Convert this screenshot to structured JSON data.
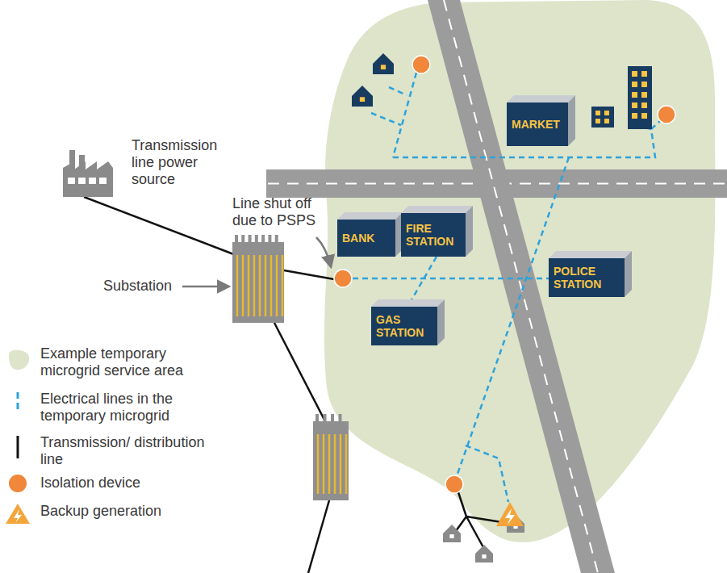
{
  "diagram": {
    "nodes": [
      {
        "text": [
          "MARKET"
        ]
      },
      {
        "text": [
          "BANK"
        ]
      },
      {
        "text": [
          "FIRE STATION"
        ]
      },
      {
        "text": [
          "POLICE STATION"
        ]
      },
      {
        "text": [
          "GAS STATION"
        ]
      }
    ],
    "edges": [
      {
        "from": 2,
        "to": 4,
        "arrow": "none"
      }
    ],
    "labels": [
      "Transmission line power source",
      "Line shut off due to PSPS",
      "Substation"
    ],
    "legend": [
      {
        "text": "Example temporary microgrid service area",
        "color": "#dde4ca"
      },
      {
        "text": "Electrical lines in the temporary microgrid"
      },
      {
        "text": "Transmission/ distribution line"
      },
      {
        "text": "Isolation device",
        "color": "#f0873a"
      },
      {
        "text": "Backup generation"
      }
    ]
  }
}
